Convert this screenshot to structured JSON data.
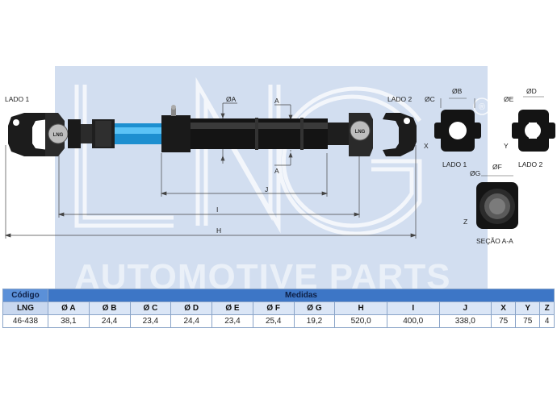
{
  "watermark": {
    "brand": "LNG",
    "tagline": "AUTOMOTIVE PARTS",
    "registered": "®"
  },
  "labels": {
    "lado1_left": "LADO 1",
    "lado2_top": "LADO 2",
    "lado1_section": "LADO 1",
    "lado2_section": "LADO 2",
    "secao": "SEÇÃO A-A",
    "dim_a": "ØA",
    "dim_b": "ØB",
    "dim_c": "ØC",
    "dim_d": "ØD",
    "dim_e": "ØE",
    "dim_f": "ØF",
    "dim_g": "ØG",
    "a_top": "A",
    "a_bottom": "A",
    "j": "J",
    "i": "I",
    "h": "H",
    "x": "X",
    "y": "Y",
    "z": "Z",
    "yoke_logo_left": "LNG",
    "yoke_logo_right": "LNG"
  },
  "table": {
    "code_header": "Código",
    "measures_header": "Medidas",
    "brand_col": "LNG",
    "columns": [
      "Ø A",
      "Ø B",
      "Ø C",
      "Ø D",
      "Ø E",
      "Ø F",
      "Ø G",
      "H",
      "I",
      "J",
      "X",
      "Y",
      "Z"
    ],
    "rows": [
      {
        "code": "46-438",
        "values": [
          "38,1",
          "24,4",
          "23,4",
          "24,4",
          "23,4",
          "25,4",
          "19,2",
          "520,0",
          "400,0",
          "338,0",
          "75",
          "75",
          "4"
        ]
      }
    ]
  },
  "colors": {
    "watermark_blue": "#d2def0",
    "table_header": "#3d76c6",
    "shaft_highlight": "#2aa8e8"
  }
}
